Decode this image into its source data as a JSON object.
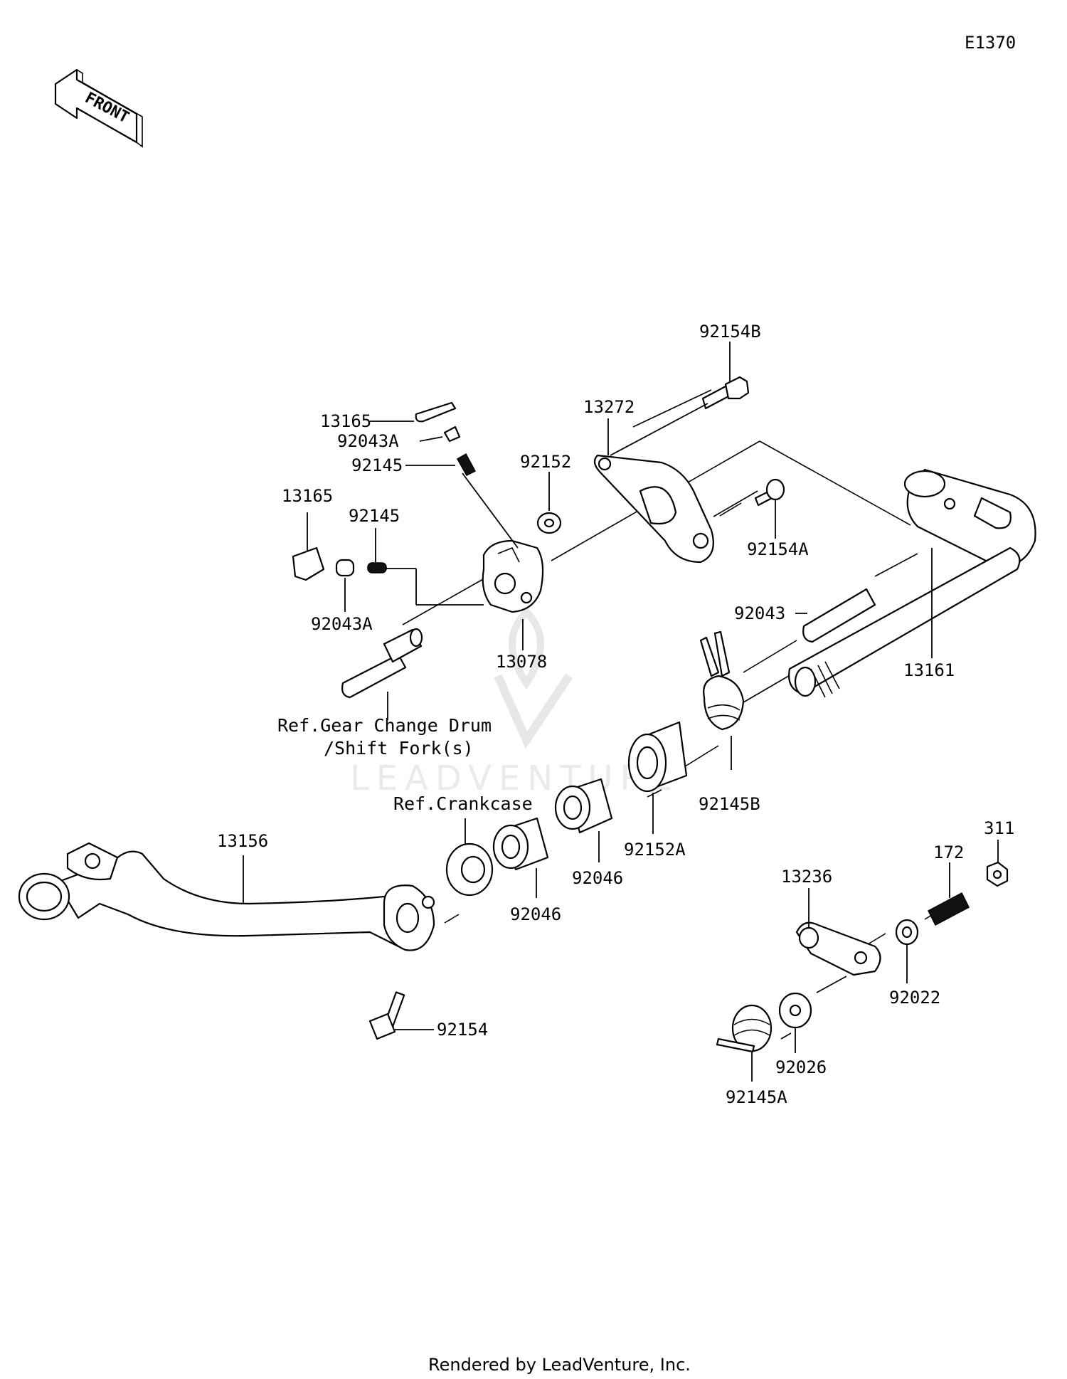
{
  "diagram_code": "E1370",
  "front_arrow_label": "FRONT",
  "watermark": "LEADVENTURE",
  "footer": "Rendered by LeadVenture, Inc.",
  "labels": {
    "p92154B": "92154B",
    "p13272": "13272",
    "p13165_top": "13165",
    "p92043A_top": "92043A",
    "p92145_top": "92145",
    "p92152": "92152",
    "p13165_left": "13165",
    "p92145_left": "92145",
    "p92154A": "92154A",
    "p92043A_left": "92043A",
    "p13078": "13078",
    "p92043": "92043",
    "p13161": "13161",
    "ref_gear_1": "Ref.Gear Change Drum",
    "ref_gear_2": "/Shift Fork(s)",
    "p92145B": "92145B",
    "ref_crankcase": "Ref.Crankcase",
    "p92152A": "92152A",
    "p13156": "13156",
    "p92046_a": "92046",
    "p92046_b": "92046",
    "p311": "311",
    "p172": "172",
    "p13236": "13236",
    "p92022": "92022",
    "p92154": "92154",
    "p92026": "92026",
    "p92145A": "92145A"
  }
}
